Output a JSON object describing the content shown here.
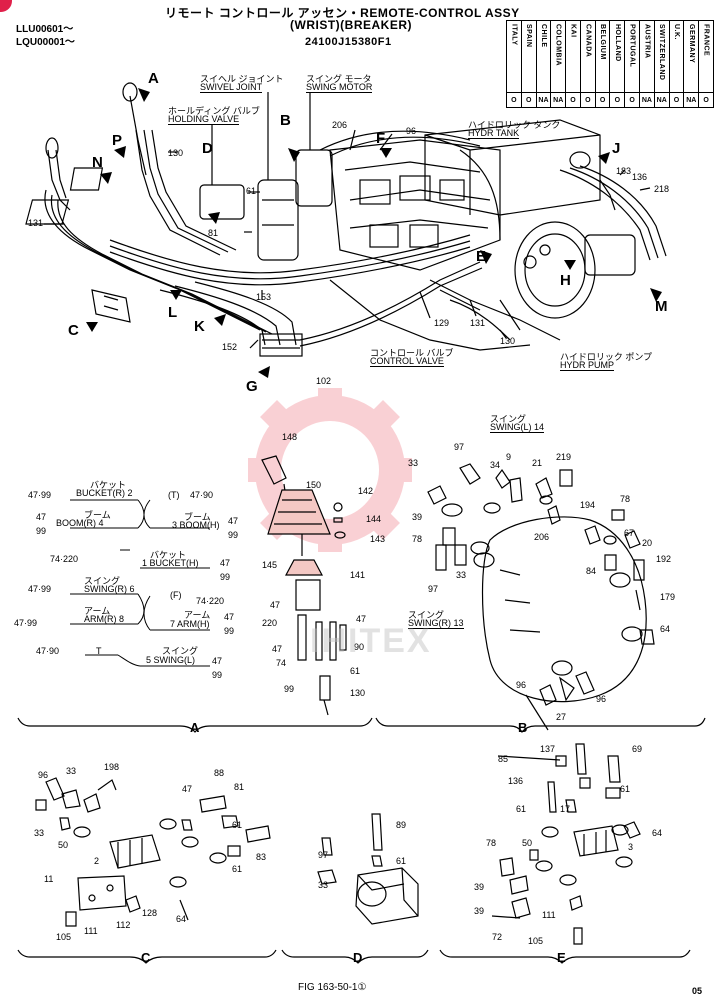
{
  "header": {
    "title_line1": "リモート コントロール アッセン・REMOTE-CONTROL ASSY",
    "title_line2": "(WRIST)(BREAKER)",
    "part_no": "24100J15380F1",
    "serial_1": "LLU00601～",
    "serial_2": "LQU00001～"
  },
  "countries": [
    {
      "name": "ITALY",
      "value": "O"
    },
    {
      "name": "SPAIN",
      "value": "O"
    },
    {
      "name": "CHILE",
      "value": "NA"
    },
    {
      "name": "COLOMBIA",
      "value": "NA"
    },
    {
      "name": "KAI",
      "value": "O"
    },
    {
      "name": "CANADA",
      "value": "O"
    },
    {
      "name": "BELGIUM",
      "value": "O"
    },
    {
      "name": "HOLLAND",
      "value": "O"
    },
    {
      "name": "PORTUGAL",
      "value": "O"
    },
    {
      "name": "AUSTRIA",
      "value": "NA"
    },
    {
      "name": "SWITZERLAND",
      "value": "NA"
    },
    {
      "name": "U.K.",
      "value": "O"
    },
    {
      "name": "GERMANY",
      "value": "NA"
    },
    {
      "name": "FRANCE",
      "value": "O"
    }
  ],
  "callouts": {
    "swivel_joint_jp": "スイヘル ジョイント",
    "swivel_joint": "SWIVEL JOINT",
    "swing_motor_jp": "スイング モータ",
    "swing_motor": "SWING MOTOR",
    "holding_valve_jp": "ホールディング バルブ",
    "holding_valve": "HOLDING VALVE",
    "hydr_tank_jp": "ハイドロリック タンク",
    "hydr_tank": "HYDR TANK",
    "control_valve_jp": "コントロール バルブ",
    "control_valve": "CONTROL VALVE",
    "hydr_pump_jp": "ハイドロリック ポンプ",
    "hydr_pump": "HYDR PUMP",
    "swing_l_jp": "スイング",
    "swing_l": "SWING(L) 14",
    "swing_r_jp": "スイング",
    "swing_r": "SWING(R) 13"
  },
  "view_letters": [
    "A",
    "B",
    "C",
    "D",
    "E",
    "F",
    "G",
    "H",
    "J",
    "K",
    "L",
    "M",
    "N",
    "P"
  ],
  "schematic": {
    "bucket_r": "BUCKET(R) 2",
    "bucket_r_jp": "バケット",
    "boom_r": "BOOM(R) 4",
    "boom_r_jp": "ブーム",
    "boom_h": "3 BOOM(H)",
    "boom_h_jp": "ブーム",
    "bucket_h": "1 BUCKET(H)",
    "bucket_h_jp": "バケット",
    "swing_r": "SWING(R) 6",
    "swing_r_jp": "スイング",
    "arm_r": "ARM(R) 8",
    "arm_r_jp": "アーム",
    "arm_h": "7 ARM(H)",
    "arm_h_jp": "アーム",
    "swing_l": "5 SWING(L)",
    "swing_l_jp": "スイング",
    "t": "(T)",
    "f": "(F)",
    "t2": "T"
  },
  "section_labels": [
    "A",
    "B",
    "C",
    "D",
    "E"
  ],
  "figure_caption": "FIG 163-50-1①",
  "page_no": "05",
  "watermark": "IHITEX"
}
